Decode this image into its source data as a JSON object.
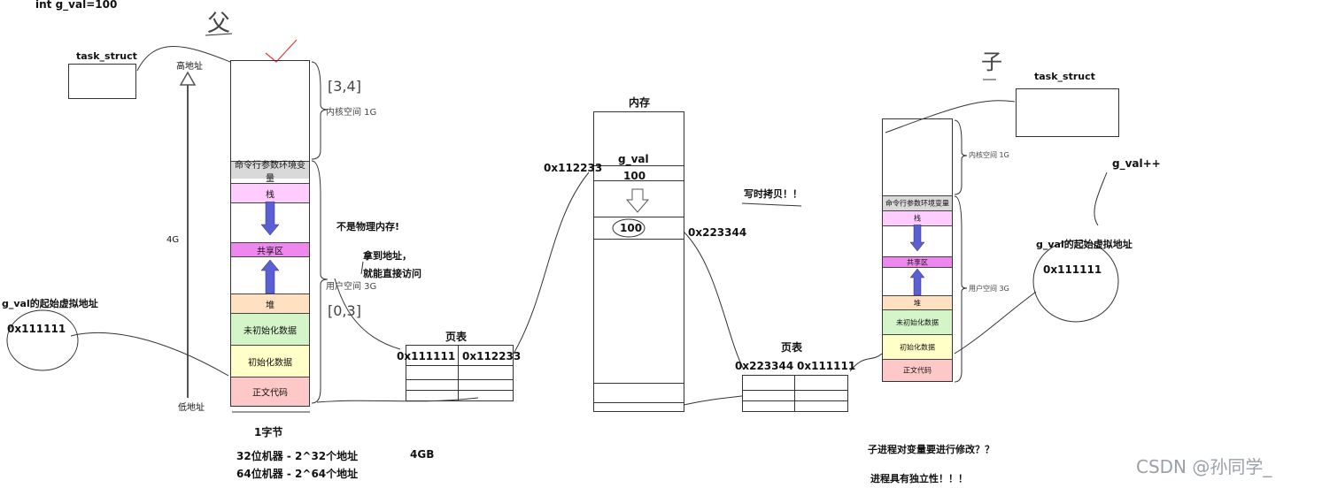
{
  "top_label": "int g_val=100",
  "hand": {
    "father": "父",
    "range_kernel": "[3,4]",
    "range_user": "[0,3]",
    "child": "子"
  },
  "left": {
    "task_struct": "task_struct",
    "high_addr": "高地址",
    "low_addr": "低地址",
    "size_4g": "4G",
    "kernel_space": "内核空间 1G",
    "user_space": "用户空间 3G",
    "segments": {
      "args": "命令行参数环境变量",
      "stack": "栈",
      "shared": "共享区",
      "heap": "堆",
      "bss": "未初始化数据",
      "data": "初始化数据",
      "text": "正文代码"
    },
    "byte": "1字节",
    "bits32": "32位机器 - 2^32个地址",
    "bits64": "64位机器 - 2^64个地址",
    "total": "4GB",
    "gval_start": "g_val的起始虚拟地址",
    "gval_addr": "0x111111",
    "not_physical": "不是物理内存!",
    "get_addr1": "拿到地址，",
    "get_addr2": "就能直接访问"
  },
  "left_page_table": {
    "title": "页表",
    "virt": "0x111111",
    "phys": "0x112233"
  },
  "memory": {
    "title": "内存",
    "addr1": "0x112233",
    "gval": "g_val",
    "val1": "100",
    "val2": "100",
    "addr2": "0x223344",
    "cow": "写时拷贝！！"
  },
  "right_page_table": {
    "title": "页表",
    "phys": "0x223344",
    "virt": "0x111111"
  },
  "right": {
    "task_struct": "task_struct",
    "kernel_space": "内核空间 1G",
    "user_space": "用户空间 3G",
    "segments": {
      "args": "命令行参数环境变量",
      "stack": "栈",
      "shared": "共享区",
      "heap": "堆",
      "bss": "未初始化数据",
      "data": "初始化数据",
      "text": "正文代码"
    },
    "gval_pp": "g_val++",
    "gval_start": "g_val的起始虚拟地址",
    "gval_addr": "0x111111",
    "question": "子进程对变量要进行修改？？",
    "independence": "进程具有独立性！！！"
  },
  "watermark": "CSDN @孙同学_",
  "colors": {
    "args": "#d9d9d9",
    "stack": "#ffccff",
    "shared": "#ee88ee",
    "heap": "#ffe0c0",
    "bss": "#d4f5c8",
    "data": "#ffffc8",
    "text": "#ffc8c8",
    "arrow": "#5a5fd6"
  }
}
